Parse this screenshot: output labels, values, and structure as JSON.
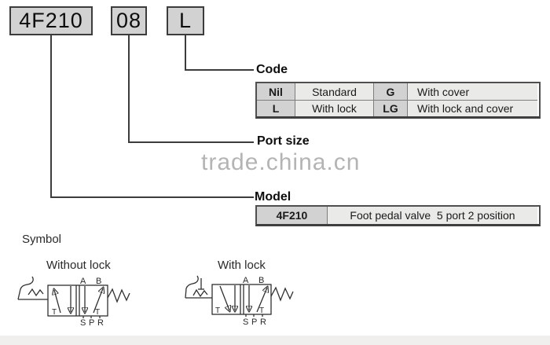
{
  "boxes": {
    "model": "4F210",
    "port_size": "08",
    "code": "L"
  },
  "callouts": {
    "code": "Code",
    "port_size": "Port size",
    "model": "Model"
  },
  "code_table": {
    "rows": [
      [
        "Nil",
        "Standard",
        "G",
        "With cover"
      ],
      [
        "L",
        "With lock",
        "LG",
        "With lock and cover"
      ]
    ]
  },
  "model_table": {
    "model": "4F210",
    "description": "Foot pedal valve  5 port 2 position"
  },
  "watermark": {
    "text": "trade.china.cn",
    "color": "#b4b4b4"
  },
  "symbols": {
    "title": "Symbol",
    "without_lock_caption": "Without lock",
    "with_lock_caption": "With lock",
    "ports_top": [
      "A",
      "B"
    ],
    "ports_bottom": [
      "S",
      "P",
      "R"
    ],
    "blocked_mark": "T"
  },
  "colors": {
    "box_fill": "#d2d2d2",
    "table_header_fill": "#d2d2d2",
    "table_cell_fill": "#eaeae8",
    "connector_line": "#3c3c3c",
    "bottom_band": "#f0efed"
  }
}
